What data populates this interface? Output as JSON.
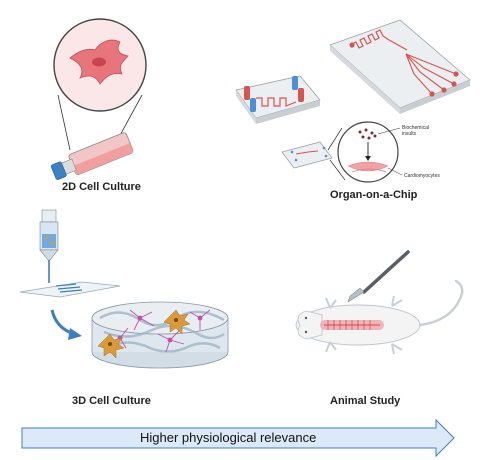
{
  "panels": {
    "culture_2d": {
      "caption": "2D Cell Culture"
    },
    "organ_chip": {
      "caption": "Organ-on-a-Chip",
      "label_insults": "Biochemical insults",
      "label_cardiomyocytes": "Cardiomyocytes"
    },
    "culture_3d": {
      "caption": "3D Cell Culture"
    },
    "animal": {
      "caption": "Animal Study"
    }
  },
  "relevance_arrow": {
    "label": "Higher physiological relevance"
  },
  "colors": {
    "cell_pink": "#e8747c",
    "chip_red": "#d9534f",
    "blue_tube": "#4a90d9",
    "arrow_fill": "#dce9f8",
    "arrow_stroke": "#3d7fc1",
    "orange_cell": "#d99a3a",
    "purple_cell": "#c24fa6"
  }
}
